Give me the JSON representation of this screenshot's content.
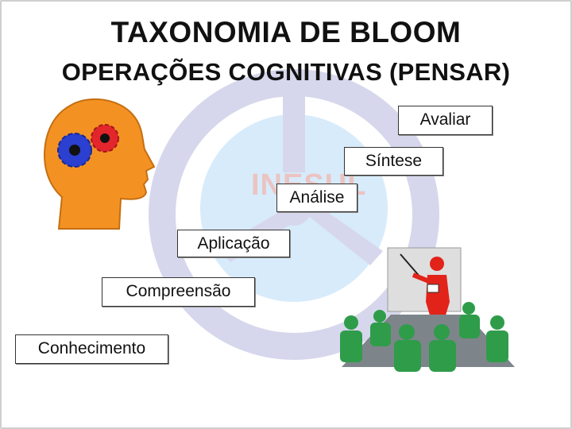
{
  "title": {
    "line1": "TAXONOMIA DE BLOOM",
    "line2": "OPERAÇÕES COGNITIVAS (PENSAR)"
  },
  "watermark": "INESUL",
  "levels": [
    {
      "id": "conhecimento",
      "label": "Conhecimento"
    },
    {
      "id": "compreensao",
      "label": "Compreensão"
    },
    {
      "id": "aplicacao",
      "label": "Aplicação"
    },
    {
      "id": "analise",
      "label": "Análise"
    },
    {
      "id": "sintese",
      "label": "Síntese"
    },
    {
      "id": "avaliar",
      "label": "Avaliar"
    }
  ],
  "icons": {
    "head": "head-with-gears-icon",
    "meeting": "presentation-meeting-icon"
  },
  "colors": {
    "head": "#f39222",
    "gear_red": "#e3262c",
    "gear_blue": "#2b3fd1",
    "ring": "#d6d7ec",
    "ring_inner": "#d7ebfb",
    "watermark": "#f2b8b0",
    "presenter": "#e2231a",
    "table": "#7d858a",
    "audience": "#2f9c4a"
  }
}
